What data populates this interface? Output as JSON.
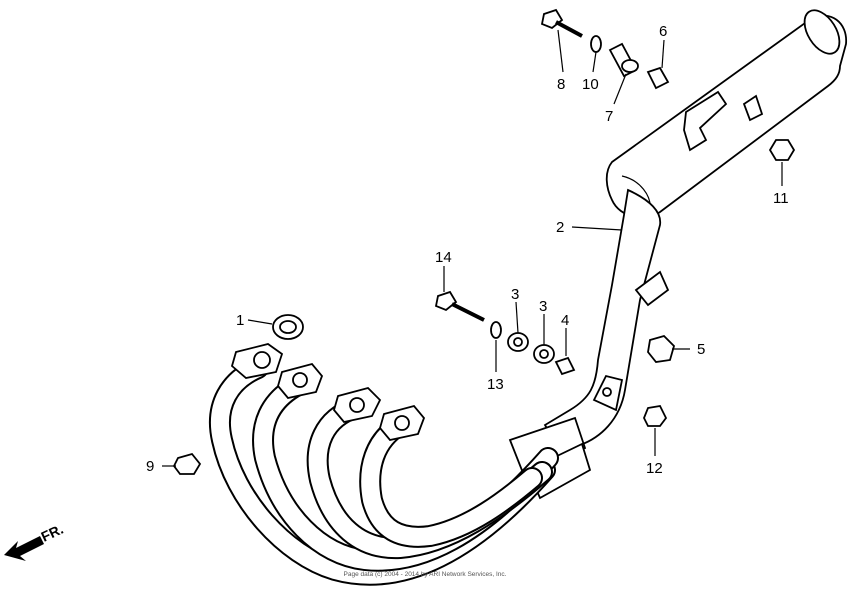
{
  "diagram": {
    "callouts": {
      "p1": "1",
      "p2": "2",
      "p3a": "3",
      "p3b": "3",
      "p4": "4",
      "p5": "5",
      "p6": "6",
      "p7": "7",
      "p8": "8",
      "p9": "9",
      "p10": "10",
      "p11": "11",
      "p12": "12",
      "p13": "13",
      "p14": "14"
    },
    "front_label": "FR.",
    "copyright_line1": "",
    "copyright_line2": "Page data (c) 2004 - 2014 by ARI Network Services, Inc."
  }
}
